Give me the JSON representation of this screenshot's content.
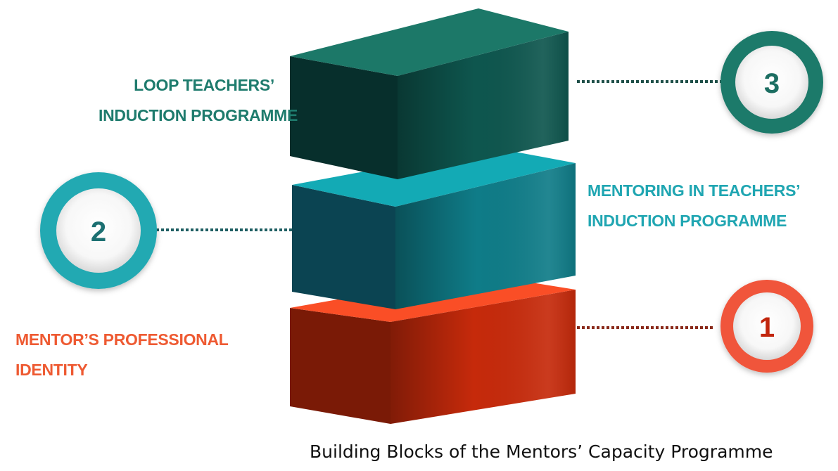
{
  "blocks": [
    {
      "number": "1",
      "label_lines": [
        "MENTOR’S PROFESSIONAL",
        "IDENTITY"
      ],
      "colors": {
        "top": "#fa4e26",
        "front": "#c62a0b",
        "side": "#7a1a06",
        "ring": "#f0543a"
      }
    },
    {
      "number": "2",
      "label_lines": [
        "MENTORING IN TEACHERS’",
        "INDUCTION PROGRAMME"
      ],
      "colors": {
        "top": "#13aab5",
        "front": "#0f7c88",
        "side": "#0b4452",
        "ring": "#22a9b2"
      }
    },
    {
      "number": "3",
      "label_lines": [
        "LOOP TEACHERS’",
        "INDUCTION PROGRAMME"
      ],
      "colors": {
        "top": "#1c7868",
        "front": "#0e564e",
        "side": "#072f2c",
        "ring": "#1f7a6b"
      }
    }
  ],
  "caption": "Building Blocks of the Mentors’ Capacity Programme"
}
